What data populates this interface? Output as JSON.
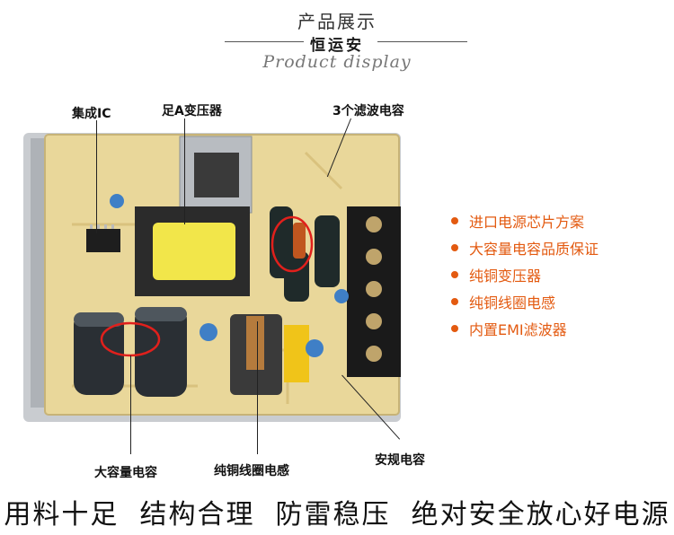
{
  "header": {
    "title": "产品展示",
    "brand": "恒运安",
    "subtitle": "Product display"
  },
  "callouts": {
    "ic": "集成IC",
    "transformer": "足A变压器",
    "filter_caps": "3个滤波电容",
    "big_cap": "大容量电容",
    "inductor": "纯铜线圈电感",
    "safety_cap": "安规电容"
  },
  "features": [
    "进口电源芯片方案",
    "大容量电容品质保证",
    "纯铜变压器",
    "纯铜线圈电感",
    "内置EMI滤波器"
  ],
  "slogan": "用料十足  结构合理  防雷稳压  绝对安全放心好电源",
  "colors": {
    "accent": "#e35a10",
    "pcb": "#e9d79a",
    "highlight_circle": "#e0201c"
  }
}
